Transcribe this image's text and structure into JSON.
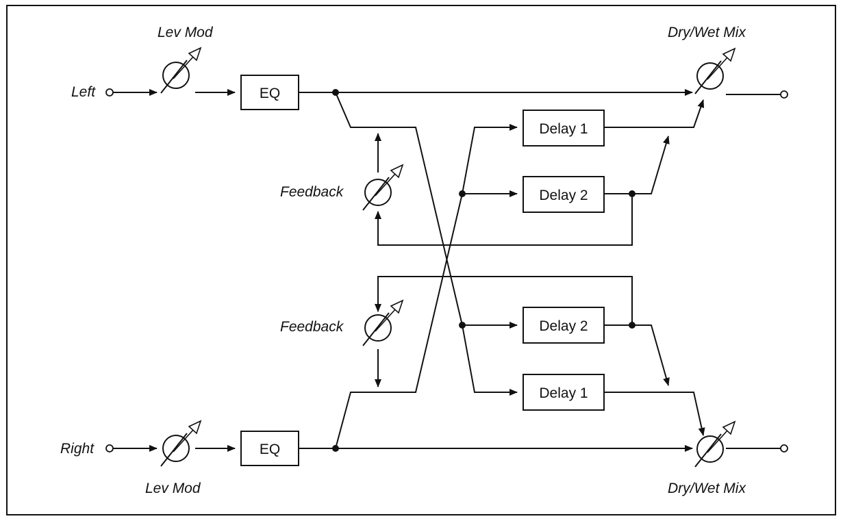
{
  "labels": {
    "left_input": "Left",
    "right_input": "Right",
    "lev_mod_top": "Lev Mod",
    "lev_mod_bottom": "Lev Mod",
    "dry_wet_top": "Dry/Wet Mix",
    "dry_wet_bottom": "Dry/Wet Mix",
    "feedback_top": "Feedback",
    "feedback_bottom": "Feedback"
  },
  "blocks": {
    "eq_left": "EQ",
    "eq_right": "EQ",
    "delay1_top": "Delay 1",
    "delay2_top": "Delay 2",
    "delay2_bottom": "Delay 2",
    "delay1_bottom": "Delay 1"
  }
}
